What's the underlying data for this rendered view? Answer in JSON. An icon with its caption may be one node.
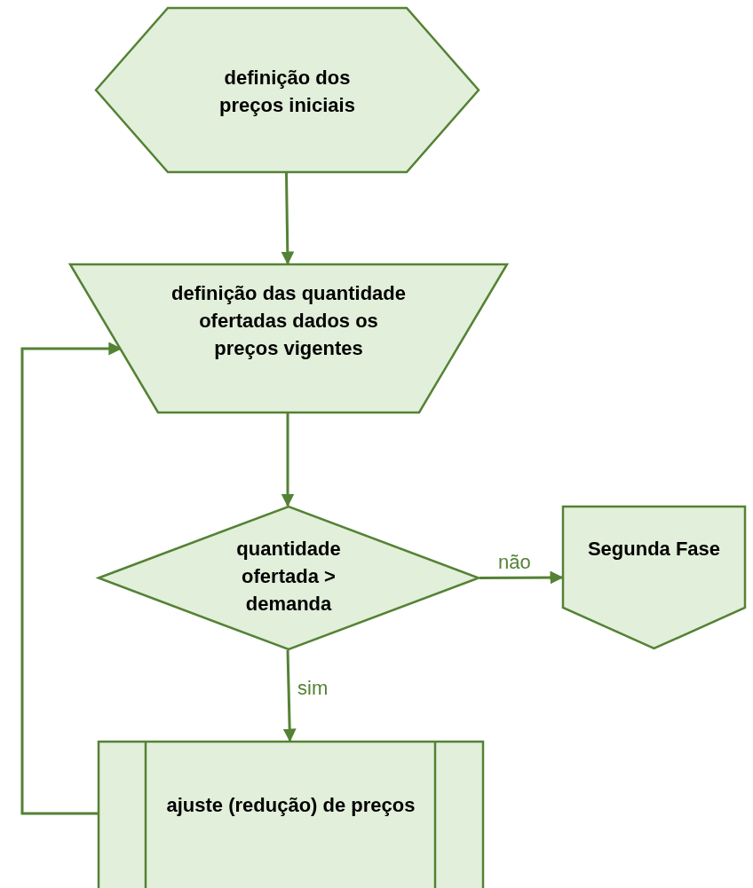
{
  "diagram": {
    "nodes": [
      {
        "text": [
          "definição dos preços iniciais"
        ]
      },
      {
        "text": [
          "definição das quantidade ofertadas dados os preços vigentes"
        ]
      },
      {
        "text": [
          "quantidade ofertada > demanda"
        ]
      },
      {
        "text": [
          "Segunda Fase"
        ]
      },
      {
        "text": [
          "ajuste (redução) de preços"
        ]
      }
    ],
    "edges": [
      {
        "from": 0,
        "to": 1,
        "arrow": "to"
      },
      {
        "from": 1,
        "to": 2,
        "arrow": "to"
      },
      {
        "from": 2,
        "to": 3,
        "arrow": "to",
        "label": "não"
      },
      {
        "from": 2,
        "to": 4,
        "arrow": "to",
        "label": "sim"
      },
      {
        "from": 4,
        "to": 1,
        "arrow": "to"
      }
    ]
  }
}
